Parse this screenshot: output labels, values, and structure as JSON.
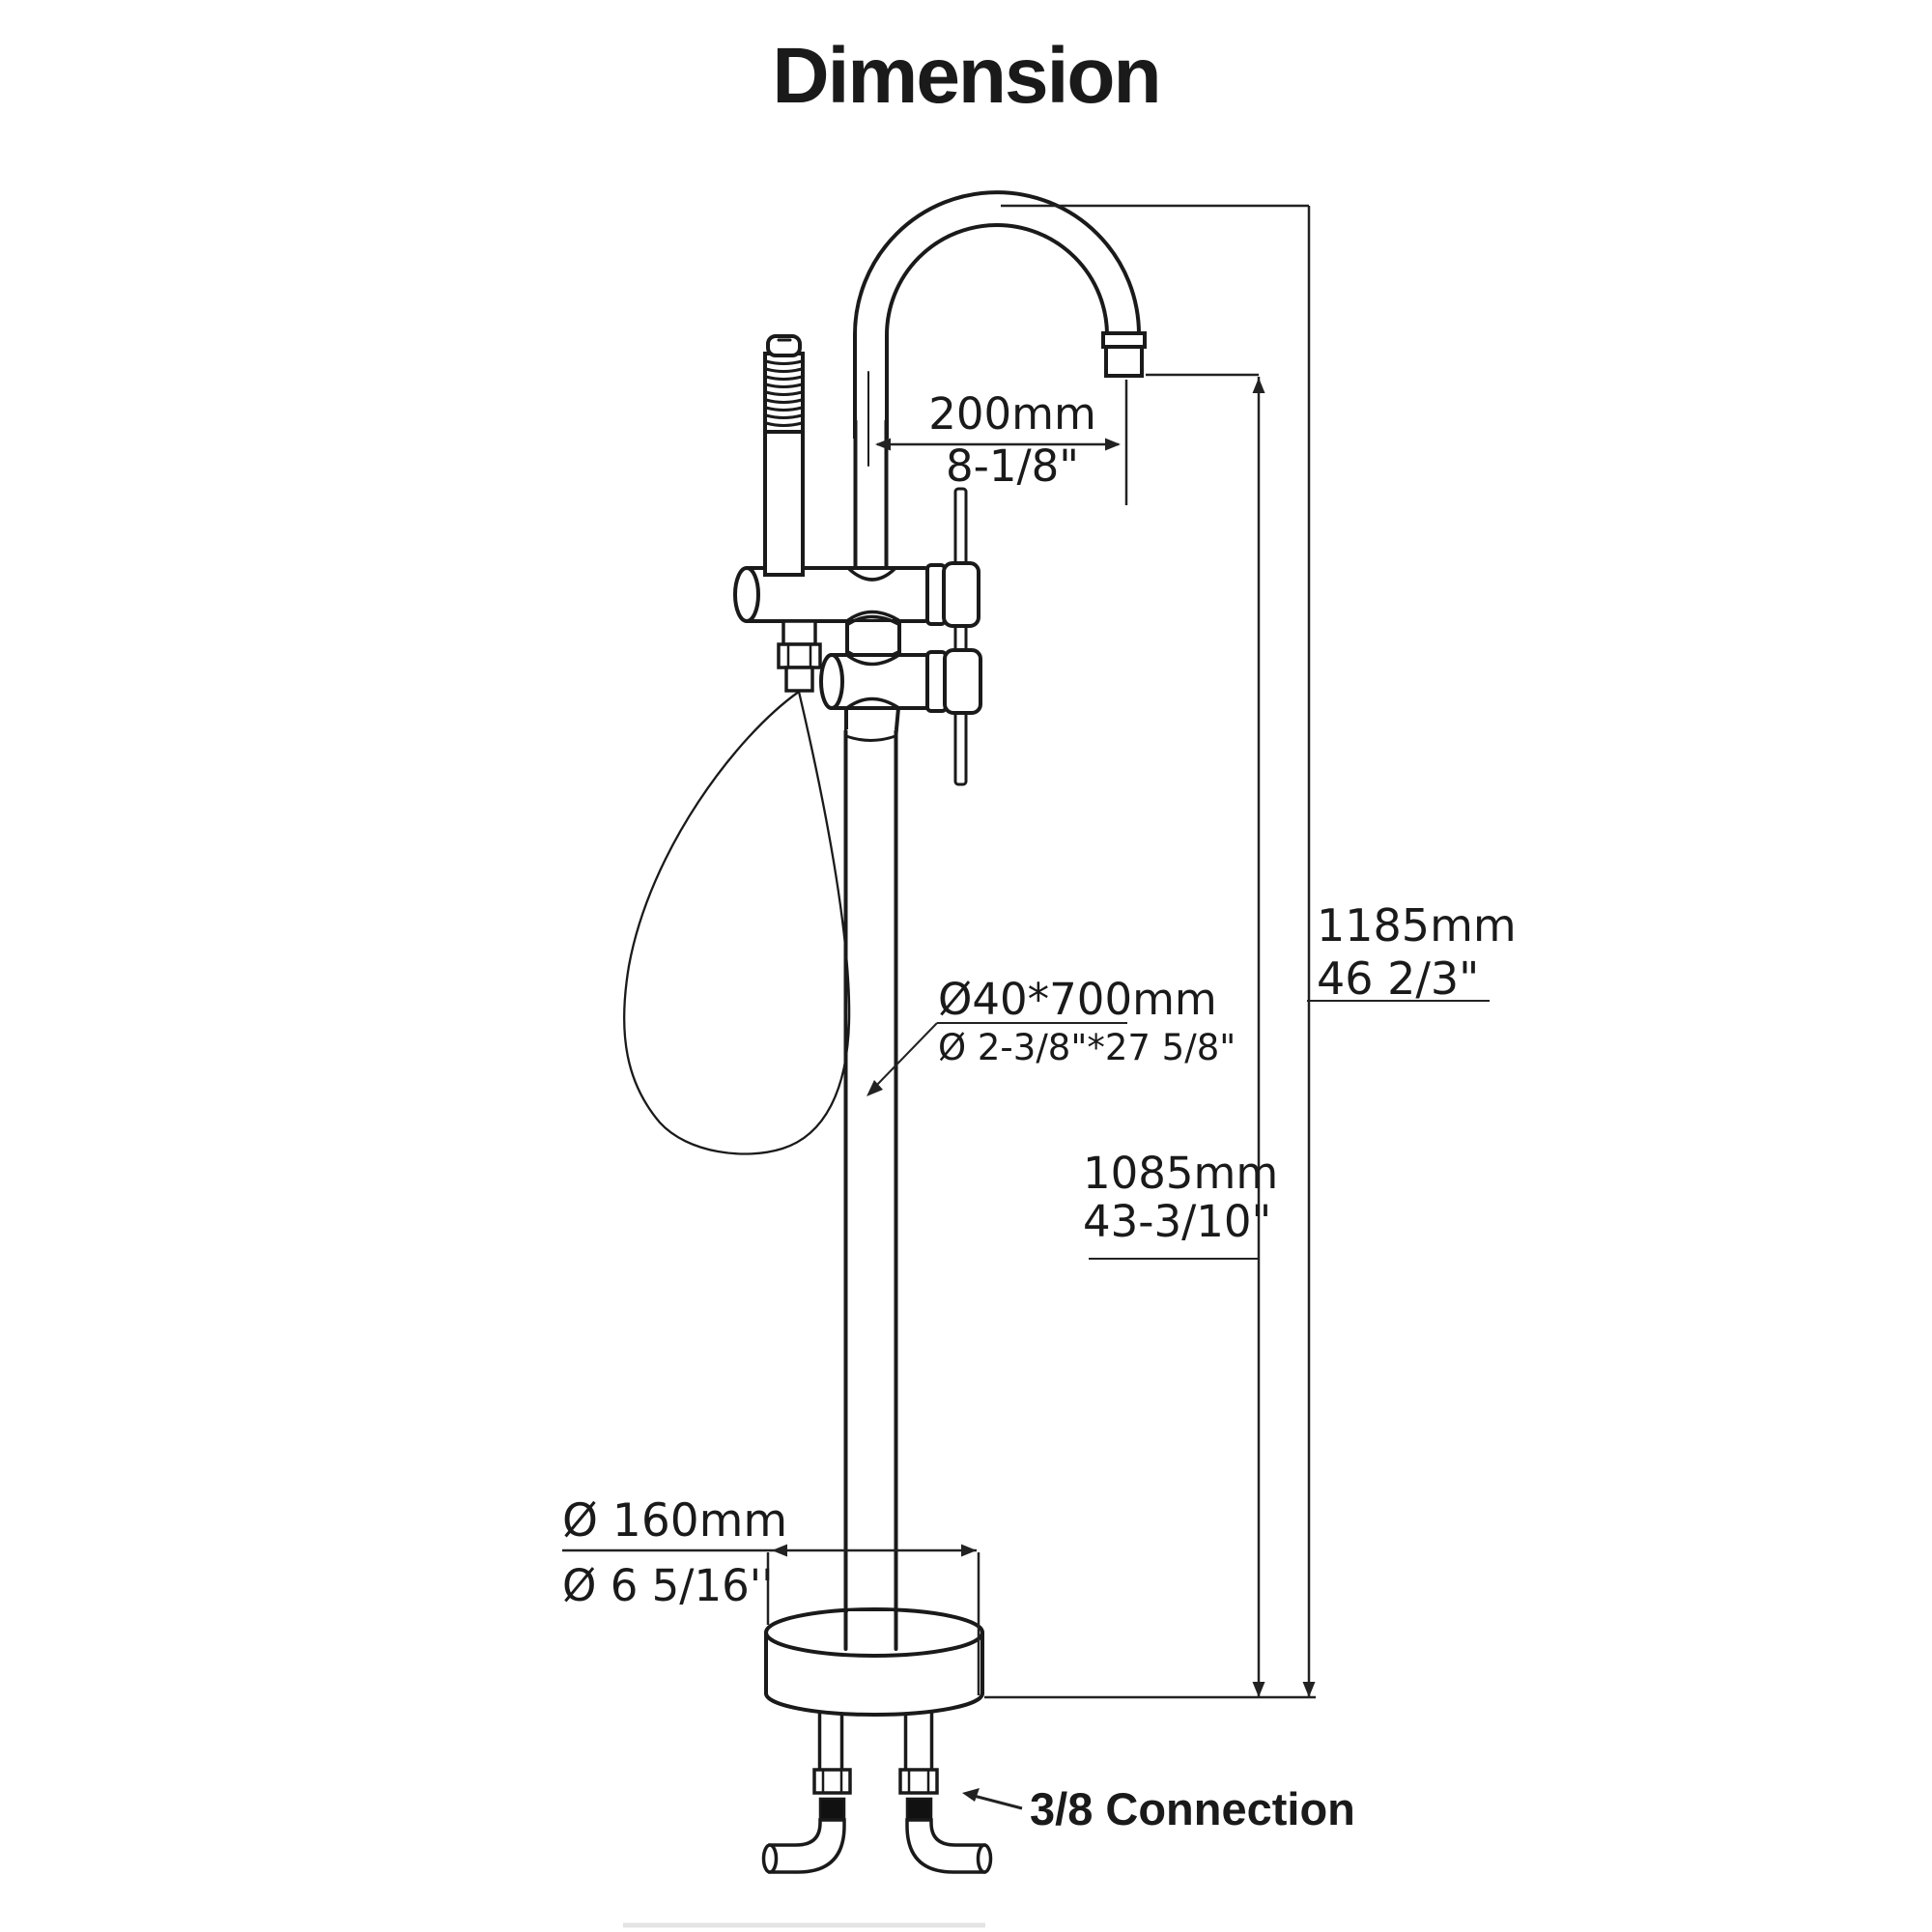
{
  "title": "Dimension",
  "annotations": {
    "spout_reach": {
      "metric": "200mm",
      "imperial": "8-1/8\""
    },
    "total_height": {
      "metric": "1185mm",
      "imperial": "46 2/3\""
    },
    "spout_height": {
      "metric": "1085mm",
      "imperial": "43-3/10\""
    },
    "riser_pipe": {
      "metric": "Ø40*700mm",
      "imperial": "Ø 2-3/8\"*27 5/8\""
    },
    "base_diameter": {
      "metric": "Ø 160mm",
      "imperial": "Ø 6 5/16''"
    },
    "connection_label": "3/8 Connection"
  },
  "drawing": {
    "subject": "freestanding bathtub faucet with hand shower",
    "line_color": "#1a1a1a",
    "dim_color": "#222222",
    "background": "#ffffff"
  }
}
